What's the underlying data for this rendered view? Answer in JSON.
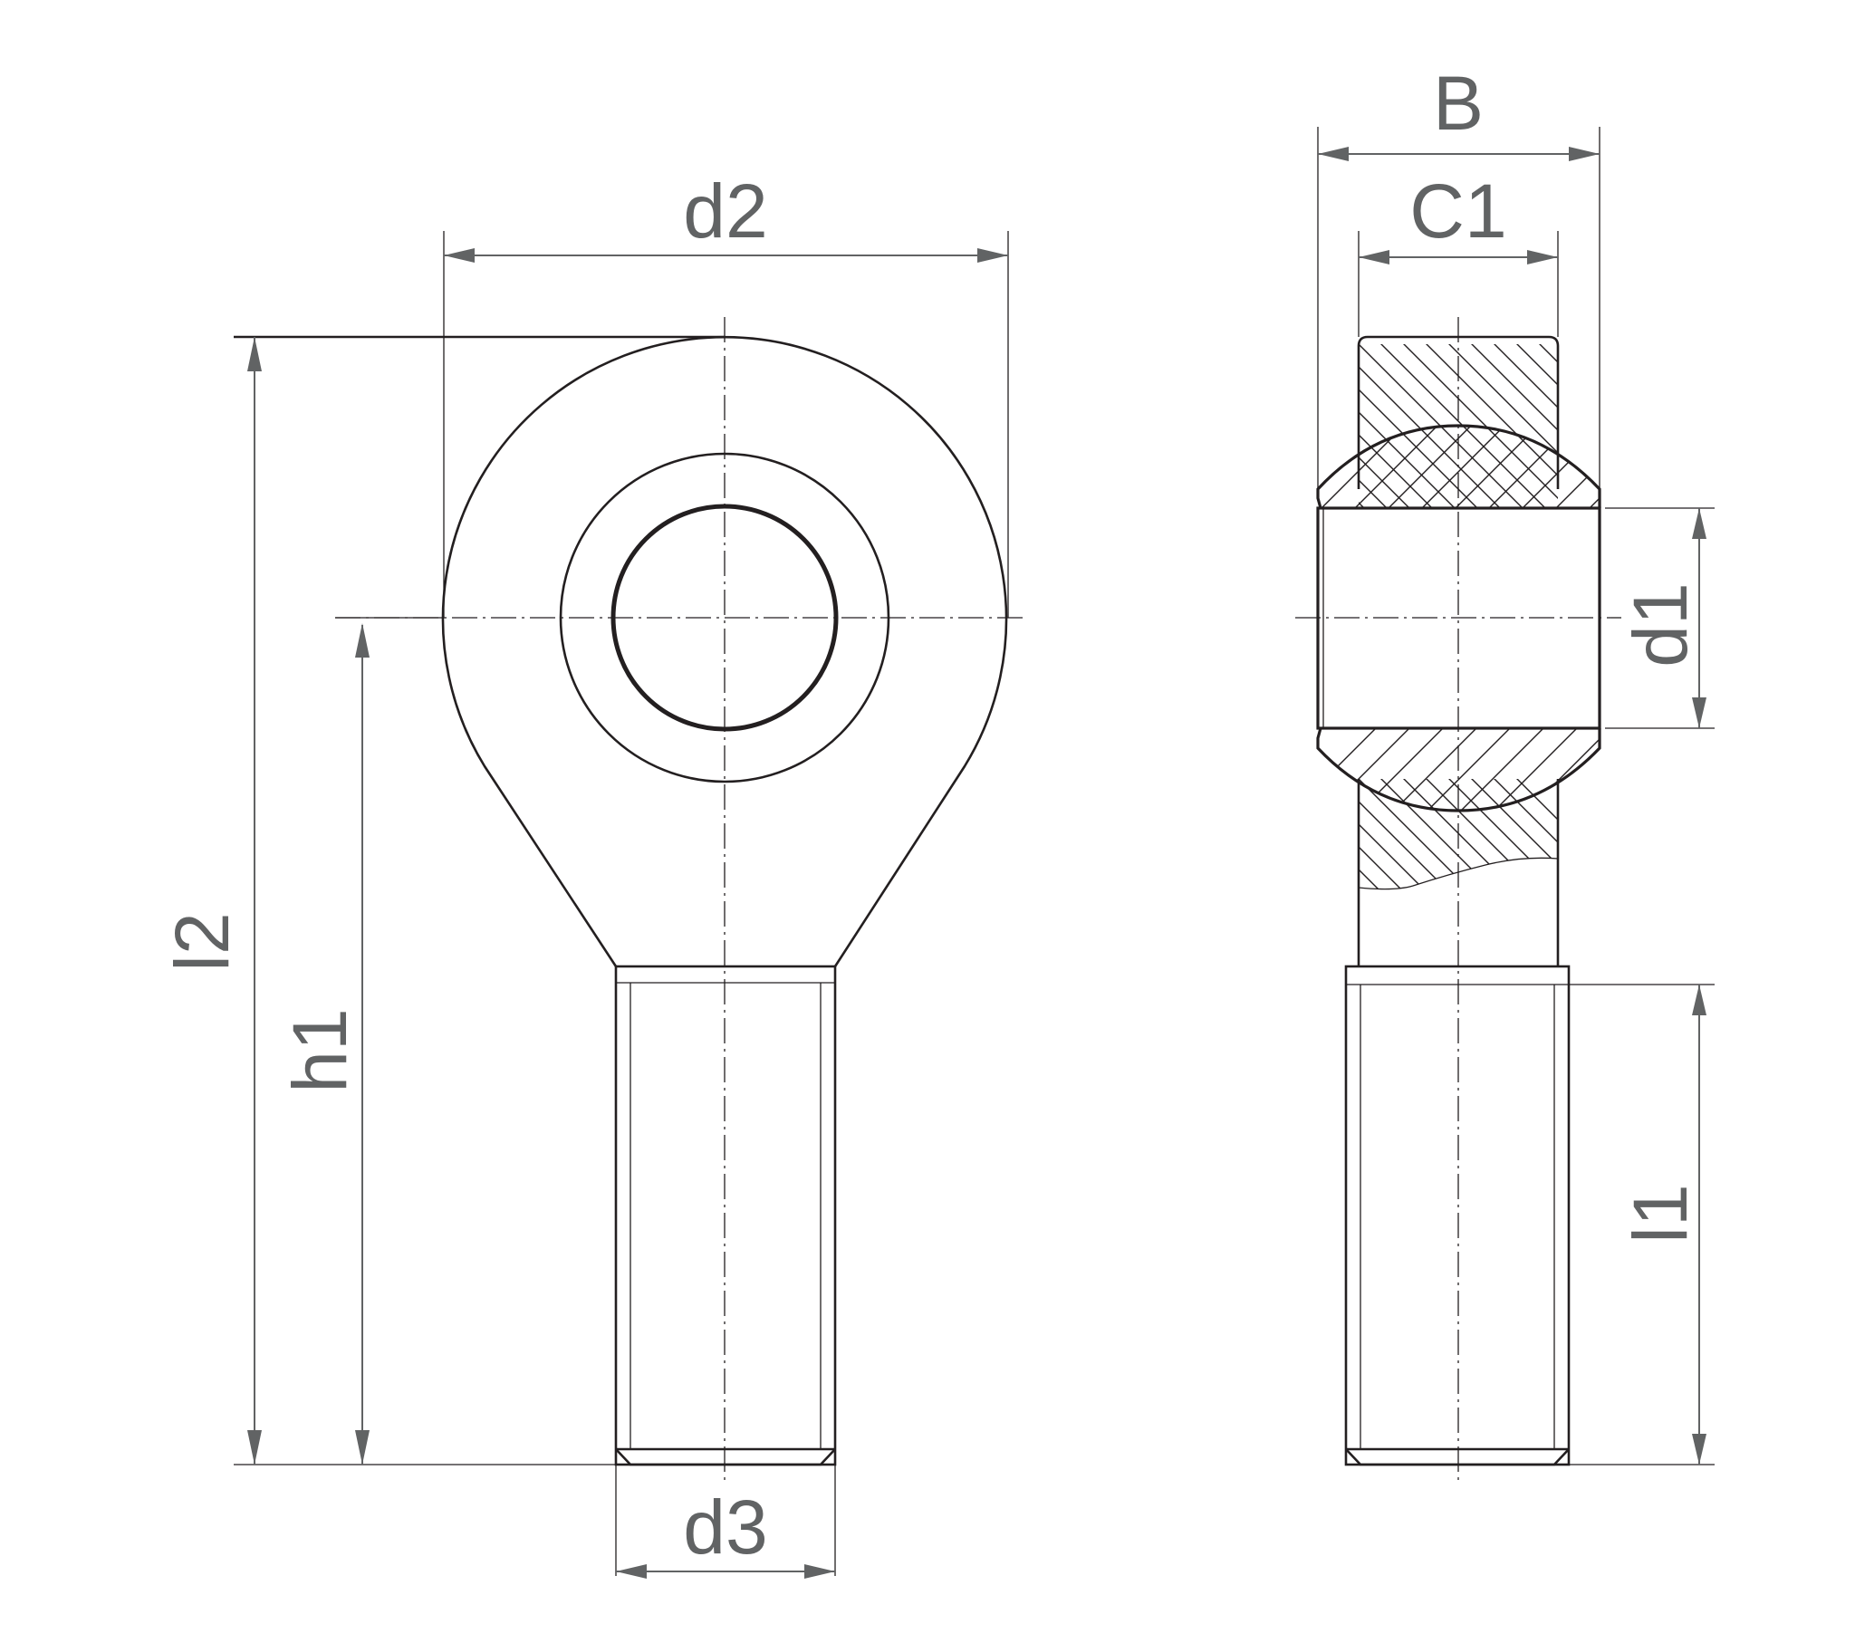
{
  "drawing": {
    "title": "Rod end with male thread – dimension drawing",
    "colors": {
      "outline": "#231f20",
      "dimension": "#616364",
      "background": "#ffffff"
    },
    "views": [
      {
        "name": "front-view",
        "labels": [
          "d2",
          "l2",
          "h1",
          "d3"
        ]
      },
      {
        "name": "side-section-view",
        "labels": [
          "B",
          "C1",
          "d1",
          "l1"
        ]
      }
    ]
  },
  "labels": {
    "d2": "d2",
    "l2": "l2",
    "h1": "h1",
    "d3": "d3",
    "B": "B",
    "C1": "C1",
    "d1": "d1",
    "l1": "l1"
  }
}
